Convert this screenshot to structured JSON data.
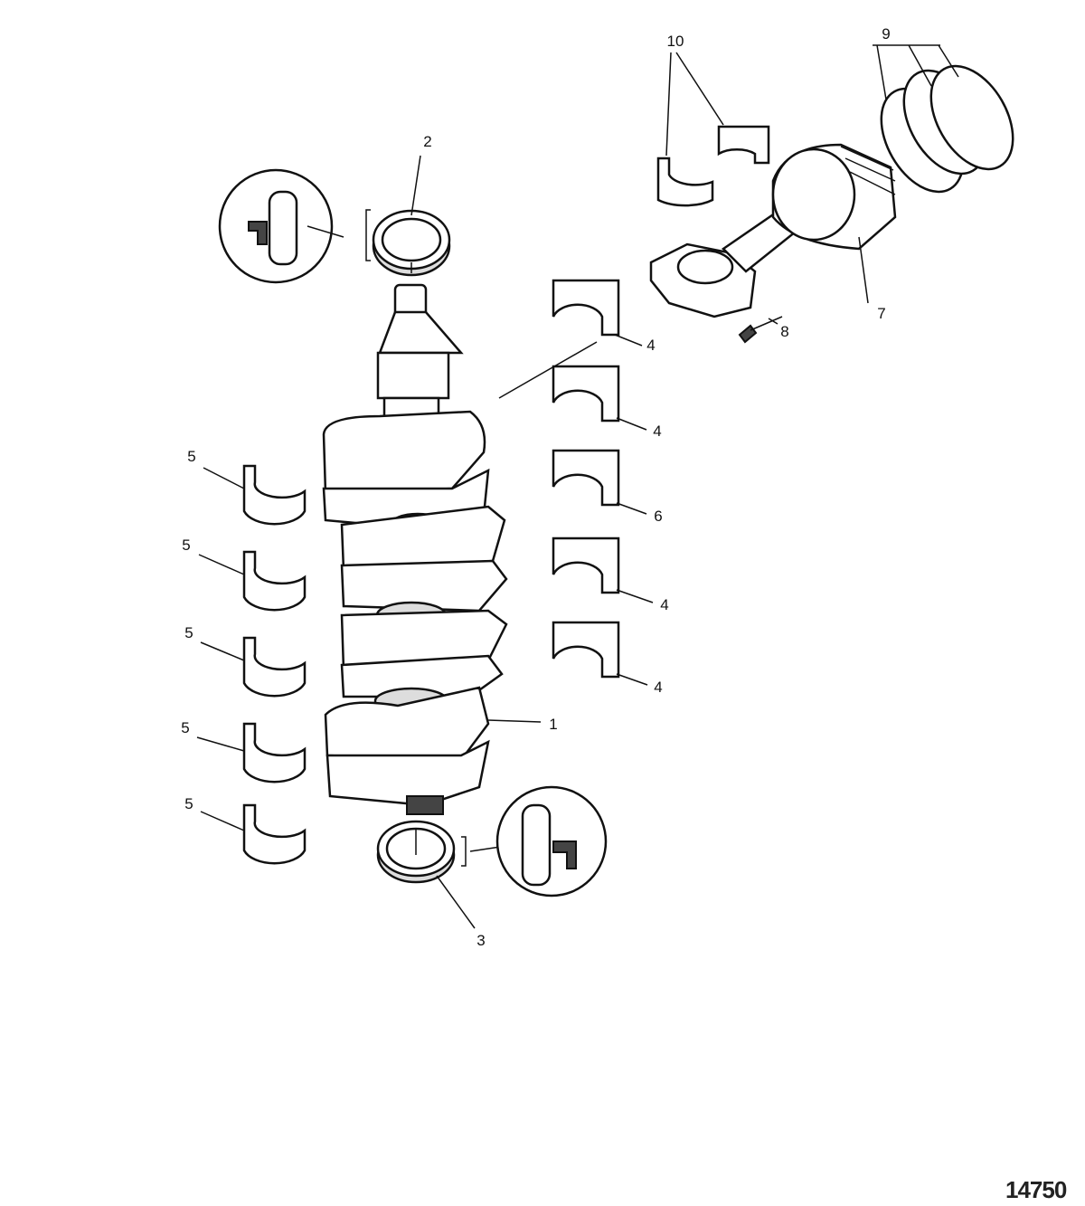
{
  "diagram": {
    "figure_number": "14750",
    "callouts": {
      "crankshaft": "1",
      "upper_seal": "2",
      "lower_seal": "3",
      "main_bearing_a": "4",
      "main_bearing_b": "4",
      "thrust_bearing": "6",
      "main_bearing_c": "4",
      "main_bearing_d": "4",
      "lower_bearing_1": "5",
      "lower_bearing_2": "5",
      "lower_bearing_3": "5",
      "lower_bearing_4": "5",
      "lower_bearing_5": "5",
      "piston_rod": "7",
      "rod_bolt": "8",
      "piston_rings": "9",
      "rod_bearings": "10"
    }
  }
}
